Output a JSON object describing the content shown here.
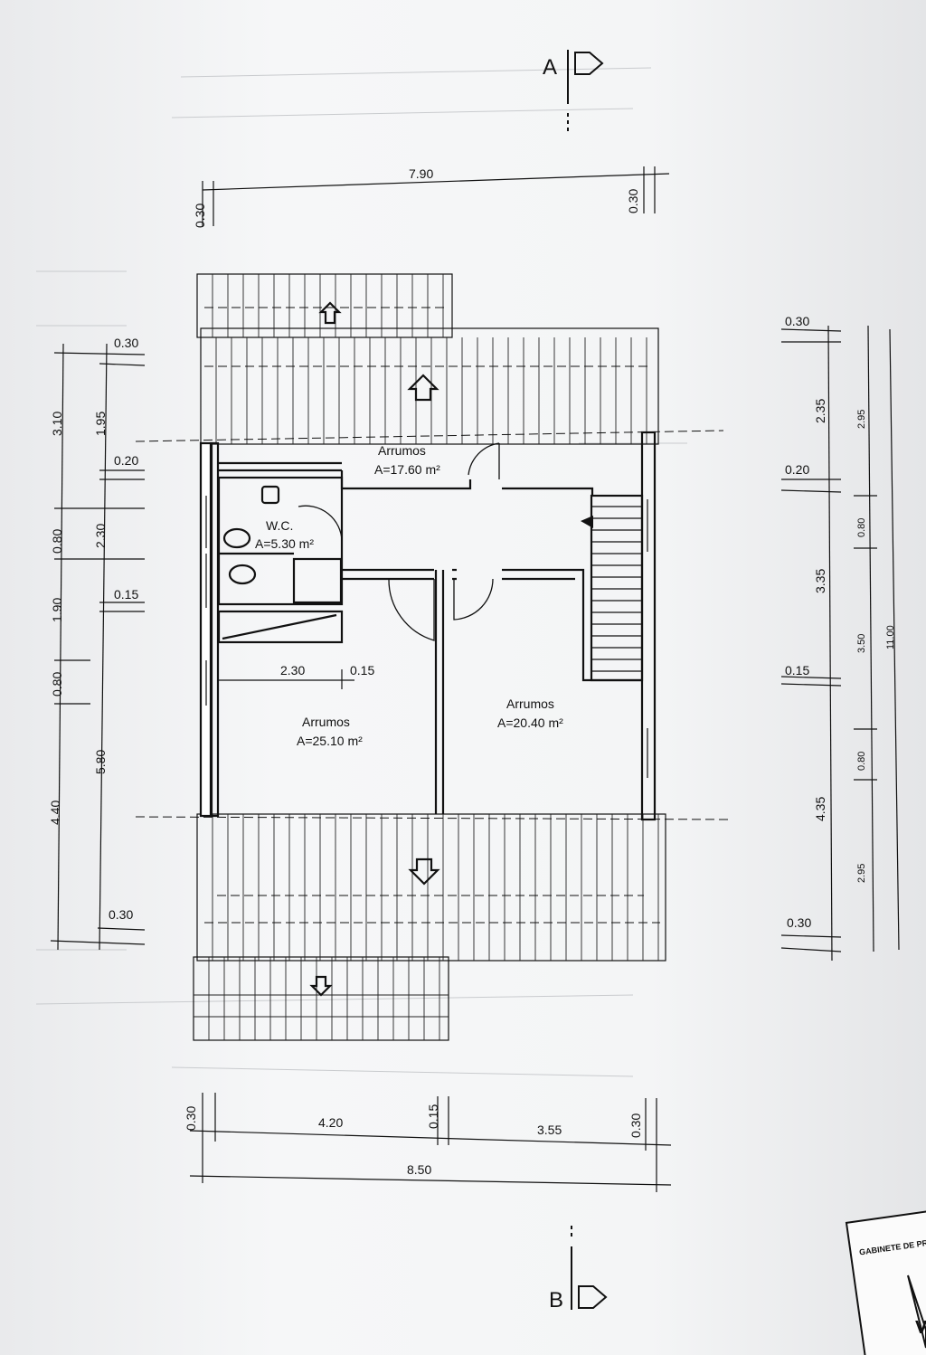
{
  "sections": {
    "top_label": "A",
    "bottom_label": "B"
  },
  "dimensions": {
    "top": {
      "total": "7.90",
      "left_edge": "0.30",
      "right_edge": "0.30"
    },
    "bottom": {
      "left_edge": "0.30",
      "left_span": "4.20",
      "mid_wall": "0.15",
      "right_span": "3.55",
      "right_edge": "0.30",
      "total": "8.50"
    },
    "left_outer": {
      "a": "3.10",
      "b": "0.80",
      "c": "1.90",
      "d": "0.80",
      "e": "4.40"
    },
    "left_inner": {
      "a": "0.30",
      "b": "1.95",
      "c": "0.20",
      "d": "2.30",
      "e": "0.15",
      "f": "5.80",
      "g": "0.30"
    },
    "right_main": {
      "a": "0.30",
      "b": "2.35",
      "c": "0.20",
      "d": "3.35",
      "e": "0.15",
      "f": "4.35",
      "g": "0.30"
    },
    "right_inner": {
      "a": "2.95",
      "b": "0.80",
      "c": "3.50",
      "d": "0.80",
      "e": "2.95"
    },
    "right_total": "11.00",
    "interior": {
      "width": "2.30",
      "wall": "0.15"
    }
  },
  "rooms": {
    "top": {
      "name": "Arrumos",
      "area": "A=17.60 m²"
    },
    "wc": {
      "name": "W.C.",
      "area": "A=5.30 m²"
    },
    "left": {
      "name": "Arrumos",
      "area": "A=25.10 m²"
    },
    "right": {
      "name": "Arrumos",
      "area": "A=20.40 m²"
    }
  },
  "stamp": {
    "text": "GABINETE DE PRO",
    "letter": "V"
  }
}
